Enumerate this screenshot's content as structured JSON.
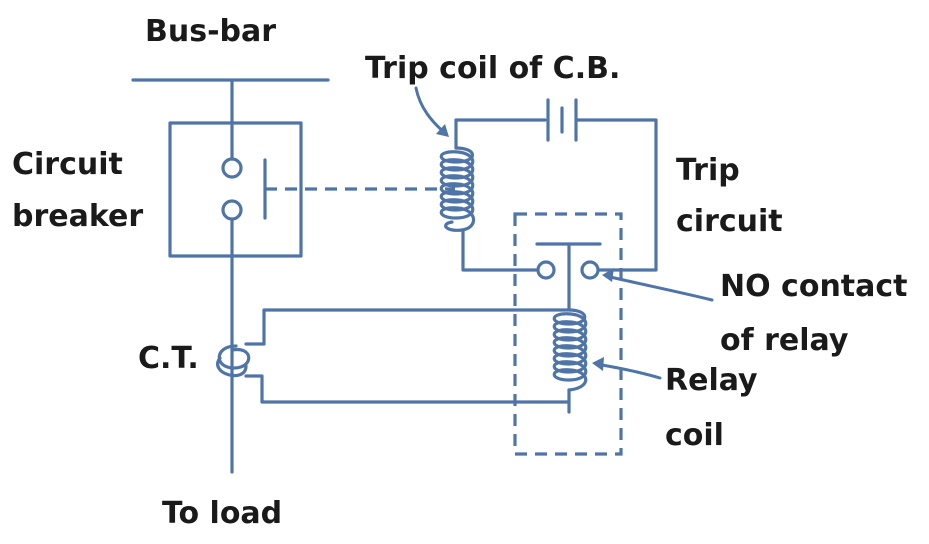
{
  "colors": {
    "wire": "#4f75a8",
    "text": "#1a1a1a",
    "background": "#ffffff"
  },
  "labels": {
    "busbar": "Bus-bar",
    "trip_coil": "Trip coil of C.B.",
    "circuit_breaker_line1": "Circuit",
    "circuit_breaker_line2": "breaker",
    "trip_circuit_line1": "Trip",
    "trip_circuit_line2": "circuit",
    "no_contact_line1": "NO contact",
    "no_contact_line2": "of relay",
    "ct": "C.T.",
    "relay_coil_line1": "Relay",
    "relay_coil_line2": "coil",
    "to_load": "To load"
  }
}
